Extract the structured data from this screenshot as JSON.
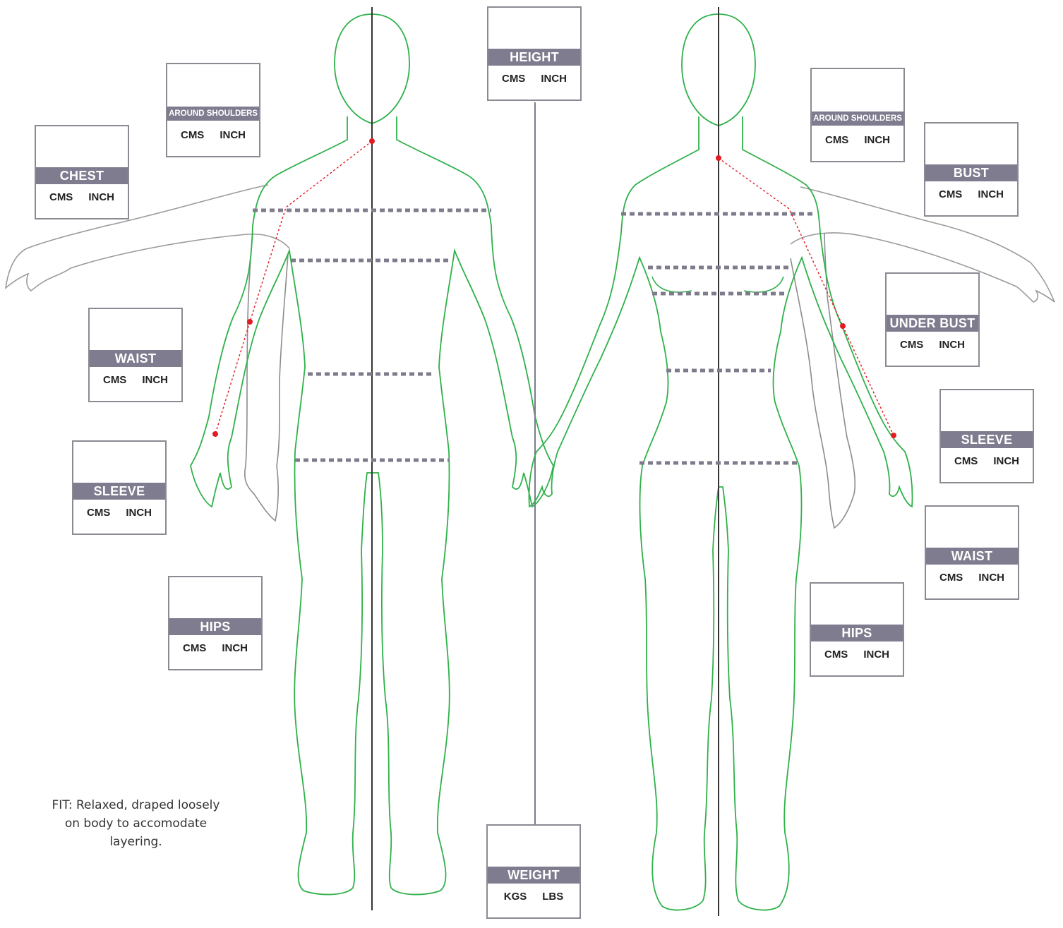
{
  "colors": {
    "body_outline": "#2fb14a",
    "arm_outline": "#9a9a9a",
    "label_band": "#7e7c8e",
    "measure_line": "#7d7b8c",
    "point_marker": "#e31b23"
  },
  "boxes": {
    "height": {
      "label": "HEIGHT",
      "unit1": "CMS",
      "unit2": "INCH"
    },
    "weight": {
      "label": "WEIGHT",
      "unit1": "KGS",
      "unit2": "LBS"
    },
    "male_around_shoulders": {
      "label": "AROUND SHOULDERS",
      "unit1": "CMS",
      "unit2": "INCH"
    },
    "male_chest": {
      "label": "CHEST",
      "unit1": "CMS",
      "unit2": "INCH"
    },
    "male_waist": {
      "label": "WAIST",
      "unit1": "CMS",
      "unit2": "INCH"
    },
    "male_sleeve": {
      "label": "SLEEVE",
      "unit1": "CMS",
      "unit2": "INCH"
    },
    "male_hips": {
      "label": "HIPS",
      "unit1": "CMS",
      "unit2": "INCH"
    },
    "female_around_shoulders": {
      "label": "AROUND SHOULDERS",
      "unit1": "CMS",
      "unit2": "INCH"
    },
    "female_bust": {
      "label": "BUST",
      "unit1": "CMS",
      "unit2": "INCH"
    },
    "female_under_bust": {
      "label": "UNDER BUST",
      "unit1": "CMS",
      "unit2": "INCH"
    },
    "female_sleeve": {
      "label": "SLEEVE",
      "unit1": "CMS",
      "unit2": "INCH"
    },
    "female_waist": {
      "label": "WAIST",
      "unit1": "CMS",
      "unit2": "INCH"
    },
    "female_hips": {
      "label": "HIPS",
      "unit1": "CMS",
      "unit2": "INCH"
    }
  },
  "fit_note": {
    "line1": "FIT: Relaxed, draped loosely",
    "line2": "on body to accomodate",
    "line3": "layering."
  }
}
